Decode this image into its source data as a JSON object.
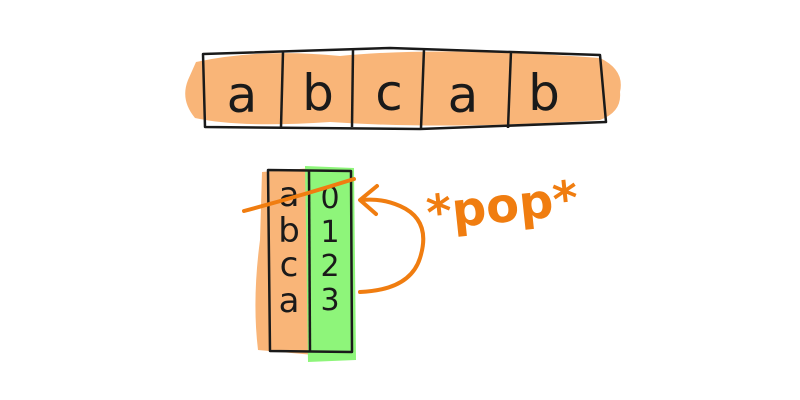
{
  "string_row": {
    "cells": [
      "a",
      "b",
      "c",
      "a",
      "b"
    ]
  },
  "stack": {
    "chars": [
      "a",
      "b",
      "c",
      "a"
    ],
    "indices": [
      "0",
      "1",
      "2",
      "3"
    ],
    "struck_row": 0
  },
  "annotation": {
    "label": "*pop*"
  },
  "colors": {
    "orange_fill": "#f8a860",
    "green_fill": "#8ef57a",
    "stroke": "#1a1a1a",
    "accent": "#f07d10"
  }
}
